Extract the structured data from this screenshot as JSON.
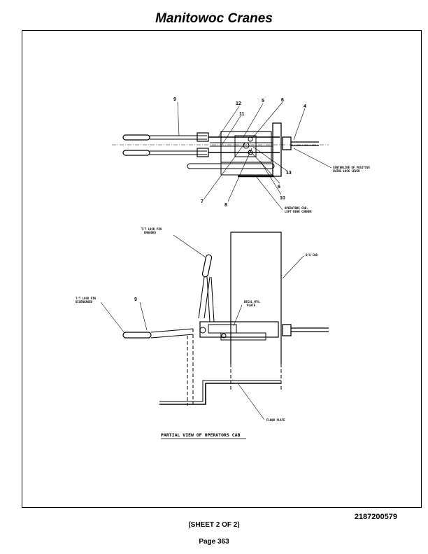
{
  "header": {
    "title": "Manitowoc Cranes"
  },
  "drawing": {
    "top_view": {
      "callouts": [
        "9",
        "12",
        "11",
        "5",
        "6",
        "4",
        "13",
        "6",
        "10",
        "7",
        "8"
      ],
      "labels": {
        "centerline": "CENTERLINE OF POSITIVE",
        "centerline_2": "SWING LOCK LEVER",
        "cab_corner": "OPERATORS CAB-",
        "cab_corner_2": "LEFT REAR CORNER"
      }
    },
    "side_view": {
      "callouts": [
        "9"
      ],
      "labels": {
        "lock_engaged": "T/T LOCK PIN",
        "lock_engaged_2": "ENGAGED",
        "lock_disengaged": "T/T LOCK PIN",
        "lock_disengaged_2": "DISENGAGED",
        "cab": "O/S CAB",
        "decal": "DECAL MTG.",
        "decal_2": "PLATE",
        "floor": "FLOOR PLATE"
      },
      "caption": "PARTIAL VIEW OF OPERATORS CAB"
    }
  },
  "footer": {
    "doc_number": "2187200579",
    "sheet": "(SHEET 2 OF 2)",
    "page": "Page 363"
  }
}
